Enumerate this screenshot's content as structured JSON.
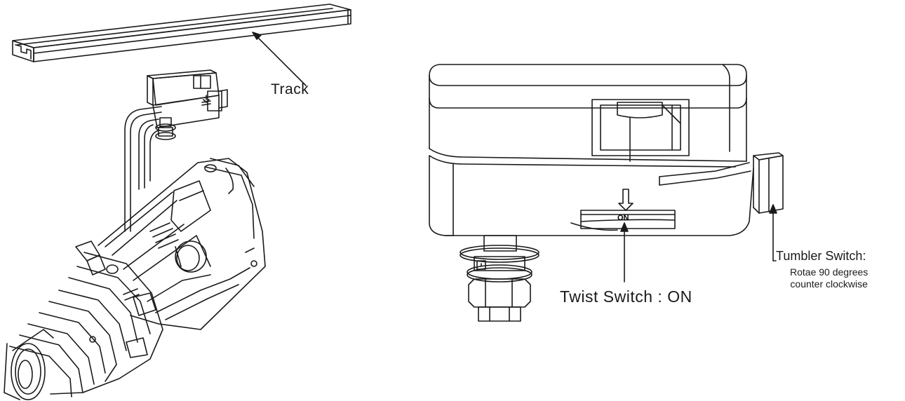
{
  "labels": {
    "track": "Track",
    "twist_switch": "Twist Switch : ON",
    "tumbler_title": "Tumbler Switch:",
    "tumbler_line1": "Rotae  90 degrees",
    "tumbler_line2": "counter clockwise",
    "on_marking": "ON"
  },
  "colors": {
    "line": "#1a1a1a",
    "background": "#ffffff"
  }
}
